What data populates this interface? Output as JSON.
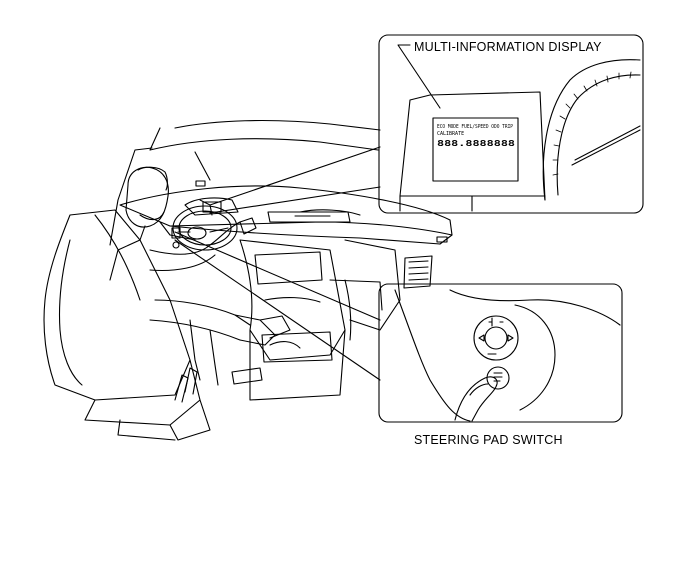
{
  "callouts": {
    "multi_information_display": "MULTI-INFORMATION DISPLAY",
    "steering_pad_switch": "STEERING PAD SWITCH"
  },
  "display_screen": {
    "line1": "ECO MODE FUEL/SPEED ODO TRIP",
    "line2": "CALIBRATE",
    "line3": "888.8888888"
  },
  "colors": {
    "line": "#000000",
    "background": "#ffffff"
  }
}
